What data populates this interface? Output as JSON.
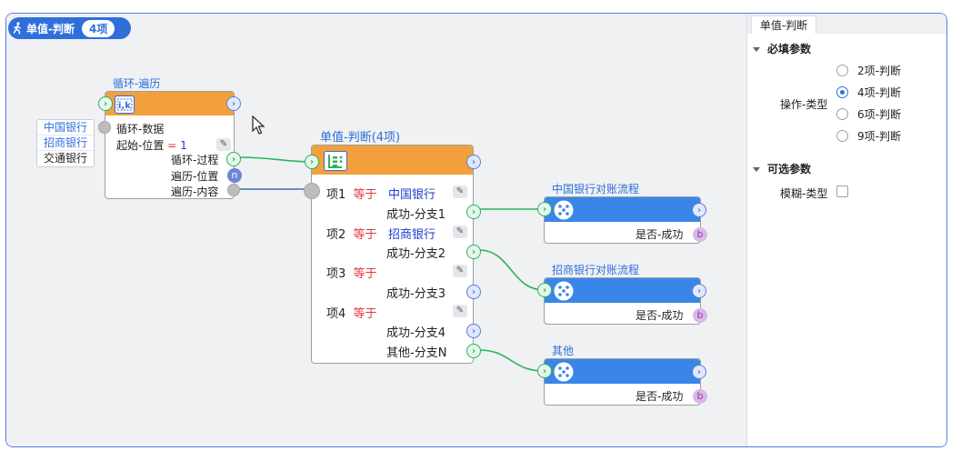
{
  "header": {
    "title": "单值-判断",
    "badge": "4项"
  },
  "bank_list": [
    "中国银行",
    "招商银行",
    "交通银行"
  ],
  "loop_node": {
    "title": "循环-遍历",
    "rows": {
      "data": "循环-数据",
      "start_label": "起始-位置",
      "start_eq": "=",
      "start_value": "1",
      "process": "循环-过程",
      "position": "遍历-位置",
      "content": "遍历-内容"
    },
    "port_n": "n"
  },
  "judge_node": {
    "title": "单值-判断(4项)",
    "items": [
      {
        "item": "项1",
        "op": "等于",
        "value": "中国银行",
        "branch": "成功-分支1"
      },
      {
        "item": "项2",
        "op": "等于",
        "value": "招商银行",
        "branch": "成功-分支2"
      },
      {
        "item": "项3",
        "op": "等于",
        "value": "",
        "branch": "成功-分支3"
      },
      {
        "item": "项4",
        "op": "等于",
        "value": "",
        "branch": "成功-分支4"
      }
    ],
    "other_branch": "其他-分支N"
  },
  "flow_nodes": [
    {
      "title": "中国银行对账流程",
      "output": "是否-成功",
      "port": "b"
    },
    {
      "title": "招商银行对账流程",
      "output": "是否-成功",
      "port": "b"
    },
    {
      "title": "其他",
      "output": "是否-成功",
      "port": "b"
    }
  ],
  "panel": {
    "tab": "单值-判断",
    "required_section": "必填参数",
    "op_type_label": "操作-类型",
    "op_options": [
      {
        "label": "2项-判断",
        "checked": false
      },
      {
        "label": "4项-判断",
        "checked": true
      },
      {
        "label": "6项-判断",
        "checked": false
      },
      {
        "label": "9项-判断",
        "checked": false
      }
    ],
    "optional_section": "可选参数",
    "fuzzy_label": "模糊-类型"
  },
  "colors": {
    "accent": "#2f6fdc",
    "orange": "#f2a03b",
    "flow_blue": "#3a86e8",
    "link_green": "#2db35d",
    "link_blue": "#3f6fb5"
  }
}
